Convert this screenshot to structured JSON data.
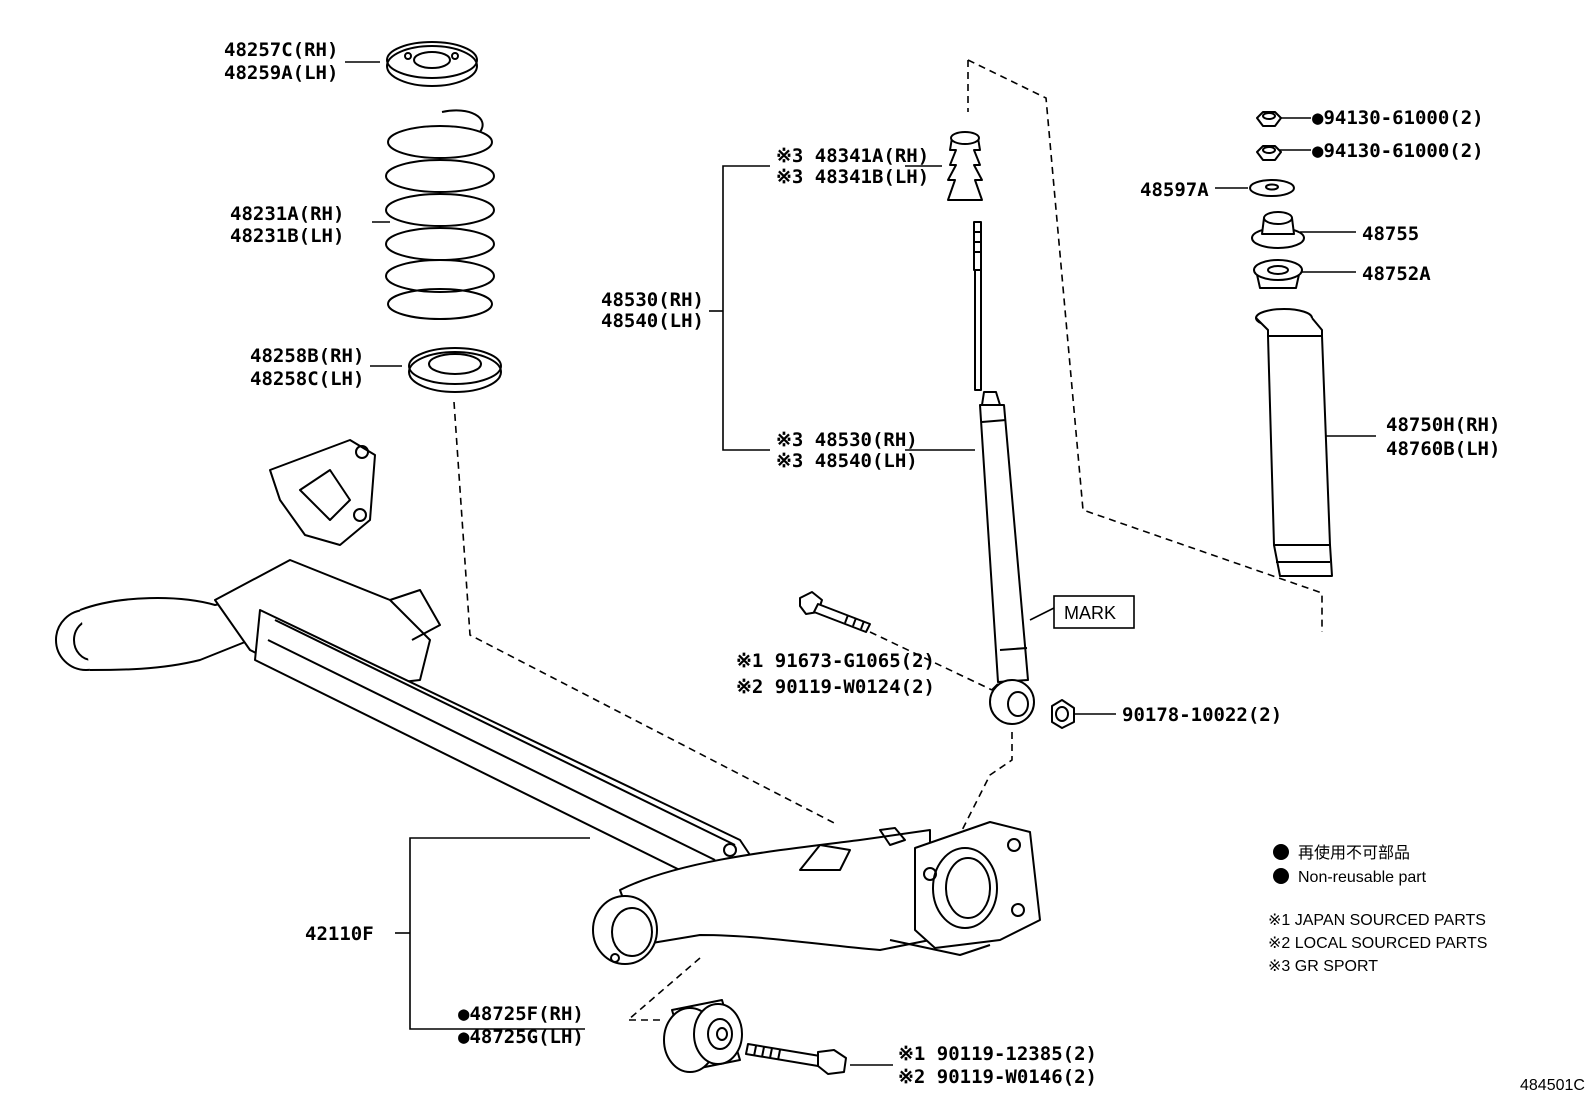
{
  "labels": {
    "p48257c": "48257C(RH)",
    "p48259a": "48259A(LH)",
    "p48231a": "48231A(RH)",
    "p48231b": "48231B(LH)",
    "p48258b": "48258B(RH)",
    "p48258c": "48258C(LH)",
    "p48341a": "※3 48341A(RH)",
    "p48341b": "※3 48341B(LH)",
    "p48530": "48530(RH)",
    "p48540": "48540(LH)",
    "p48530_gr": "※3 48530(RH)",
    "p48540_gr": "※3 48540(LH)",
    "p94130_a": "●94130-61000(2)",
    "p94130_b": "●94130-61000(2)",
    "p48597a": "48597A",
    "p48755": "48755",
    "p48752a": "48752A",
    "p48750h": "48750H(RH)",
    "p48760b": "48760B(LH)",
    "mark": "MARK",
    "p91673": "※1 91673-G1065(2)",
    "p90119_w0124": "※2 90119-W0124(2)",
    "p90178": "90178-10022(2)",
    "p42110f": "42110F",
    "p48725f": "●48725F(RH)",
    "p48725g": "●48725G(LH)",
    "p90119_12385": "※1  90119-12385(2)",
    "p90119_w0146": "※2  90119-W0146(2)"
  },
  "legend": {
    "non_reusable_jp": "再使用不可部品",
    "non_reusable_en": "Non-reusable part",
    "note1": "※1 JAPAN SOURCED PARTS",
    "note2": "※2 LOCAL SOURCED PARTS",
    "note3": "※3 GR SPORT"
  },
  "diagram_code": "484501C"
}
